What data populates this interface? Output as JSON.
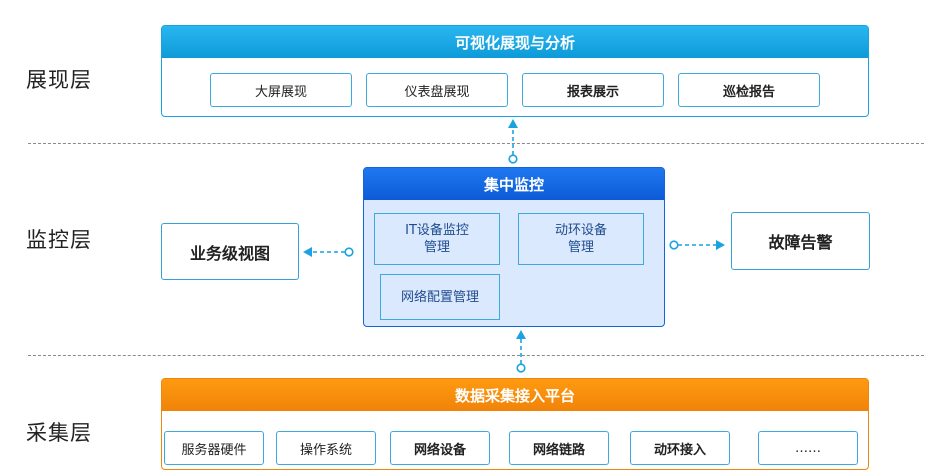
{
  "layers": {
    "presentation": "展现层",
    "monitoring": "监控层",
    "collection": "采集层"
  },
  "presentation_panel": {
    "title": "可视化展现与分析",
    "items": [
      "大屏展现",
      "仪表盘展现",
      "报表展示",
      "巡检报告"
    ]
  },
  "monitor_panel": {
    "title": "集中监控",
    "it_line1": "IT设备监控",
    "it_line2": "管理",
    "env_line1": "动环设备",
    "env_line2": "管理",
    "network_config": "网络配置管理"
  },
  "side_boxes": {
    "business_view": "业务级视图",
    "fault_alarm": "故障告警"
  },
  "collection_panel": {
    "title": "数据采集接入平台",
    "items": [
      "服务器硬件",
      "操作系统",
      "网络设备",
      "网络链路",
      "动环接入",
      "……"
    ]
  },
  "colors": {
    "sky_blue": "#1aa3e0",
    "royal_blue": "#1565d8",
    "orange": "#f0870a",
    "light_blue_fill": "#dbe9ff"
  }
}
